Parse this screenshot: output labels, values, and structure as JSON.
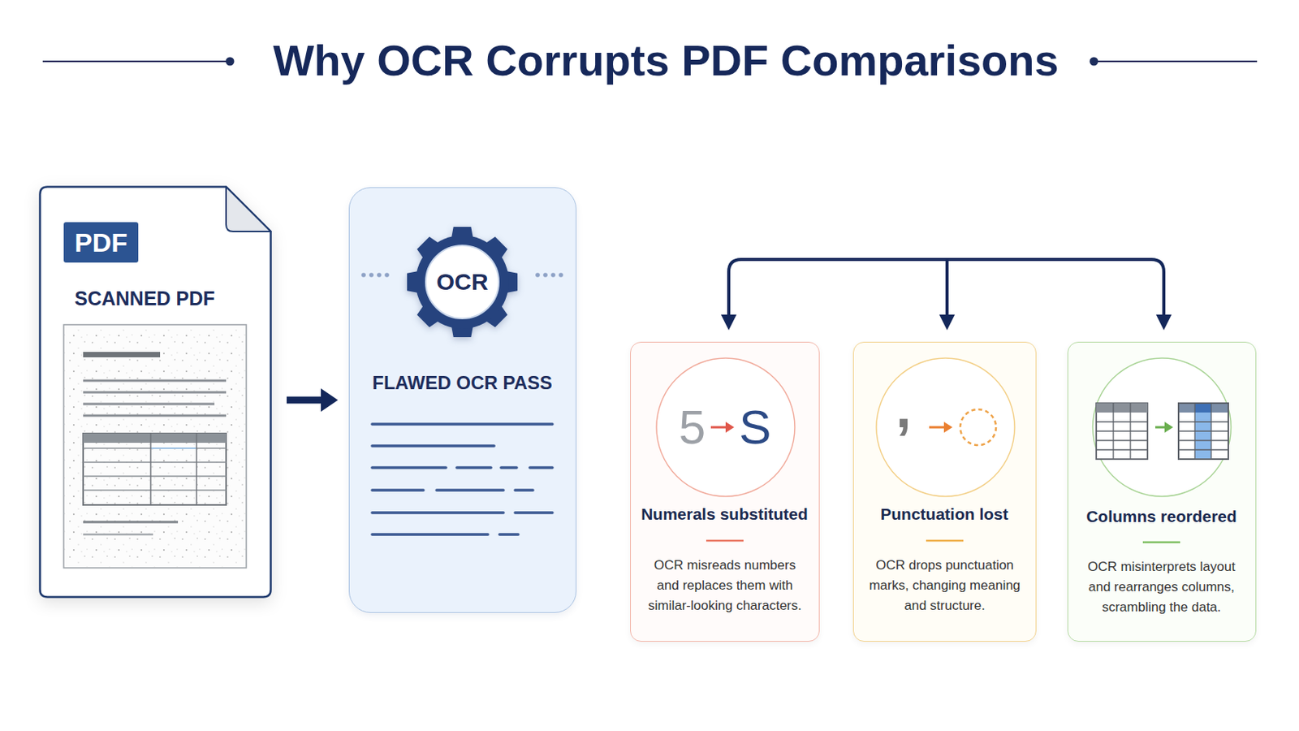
{
  "diagram": {
    "title": "Why OCR Corrupts PDF Comparisons",
    "nodes": [
      {
        "text": [
          "SCANNED PDF"
        ]
      },
      {
        "text": [
          "PDF"
        ],
        "in": 0
      },
      {
        "text": [
          "FLAWED OCR PASS"
        ]
      },
      {
        "text": [
          "OCR"
        ],
        "in": 2
      },
      {
        "text": [
          "Numerals substituted",
          "OCR misreads numbers and replaces them with similar-looking characters."
        ]
      },
      {
        "text": [
          "5",
          "S"
        ],
        "in": 4
      },
      {
        "text": [
          "Punctuation lost",
          "OCR drops punctuation marks, changing meaning and structure."
        ]
      },
      {
        "text": [
          ","
        ],
        "in": 6
      },
      {
        "text": [
          "Columns reordered",
          "OCR misinterprets layout and rearranges columns, scrambling the data."
        ]
      }
    ],
    "edges": [
      {
        "from": 0,
        "to": 2,
        "arrow": "to"
      }
    ]
  }
}
